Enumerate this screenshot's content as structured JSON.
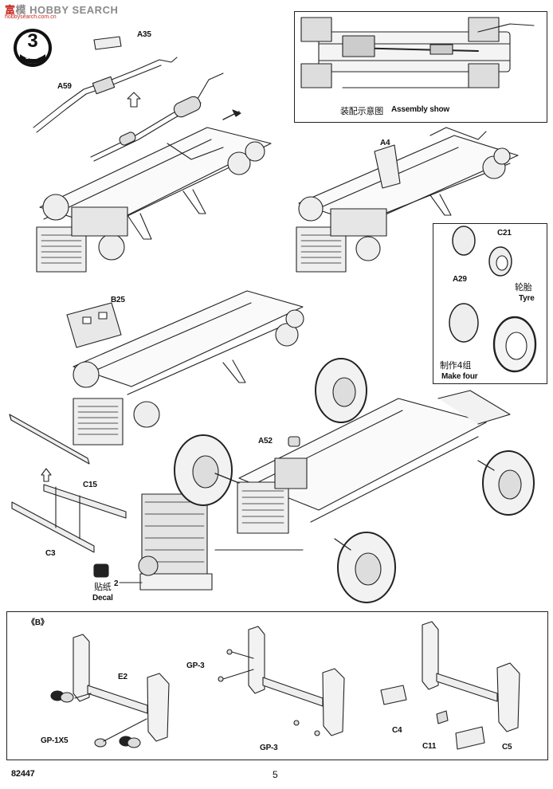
{
  "watermark": {
    "prefix": "富",
    "text": "模 HOBBY SEARCH",
    "sub": "hobbysearch.com.cn"
  },
  "step": {
    "number": "3",
    "word": "STEP"
  },
  "assembly": {
    "cn": "装配示意图",
    "en": "Assembly show"
  },
  "parts": {
    "a35": "A35",
    "a59": "A59",
    "a4": "A4",
    "b25": "B25",
    "c21": "C21",
    "a29": "A29",
    "a52": "A52",
    "c15": "C15",
    "c3": "C3",
    "two": "2",
    "e2": "E2",
    "c4": "C4",
    "c11": "C11",
    "c5": "C5",
    "gp1x5": "GP-1X5",
    "gp3a": "GP-3",
    "gp3b": "GP-3"
  },
  "tyre": {
    "cn": "轮胎",
    "en": "Tyre"
  },
  "make_four": {
    "cn": "制作4组",
    "en": "Make four"
  },
  "decal": {
    "cn": "贴纸",
    "en": "Decal"
  },
  "section_b": "B",
  "footer": {
    "code": "82447",
    "page": "5"
  }
}
